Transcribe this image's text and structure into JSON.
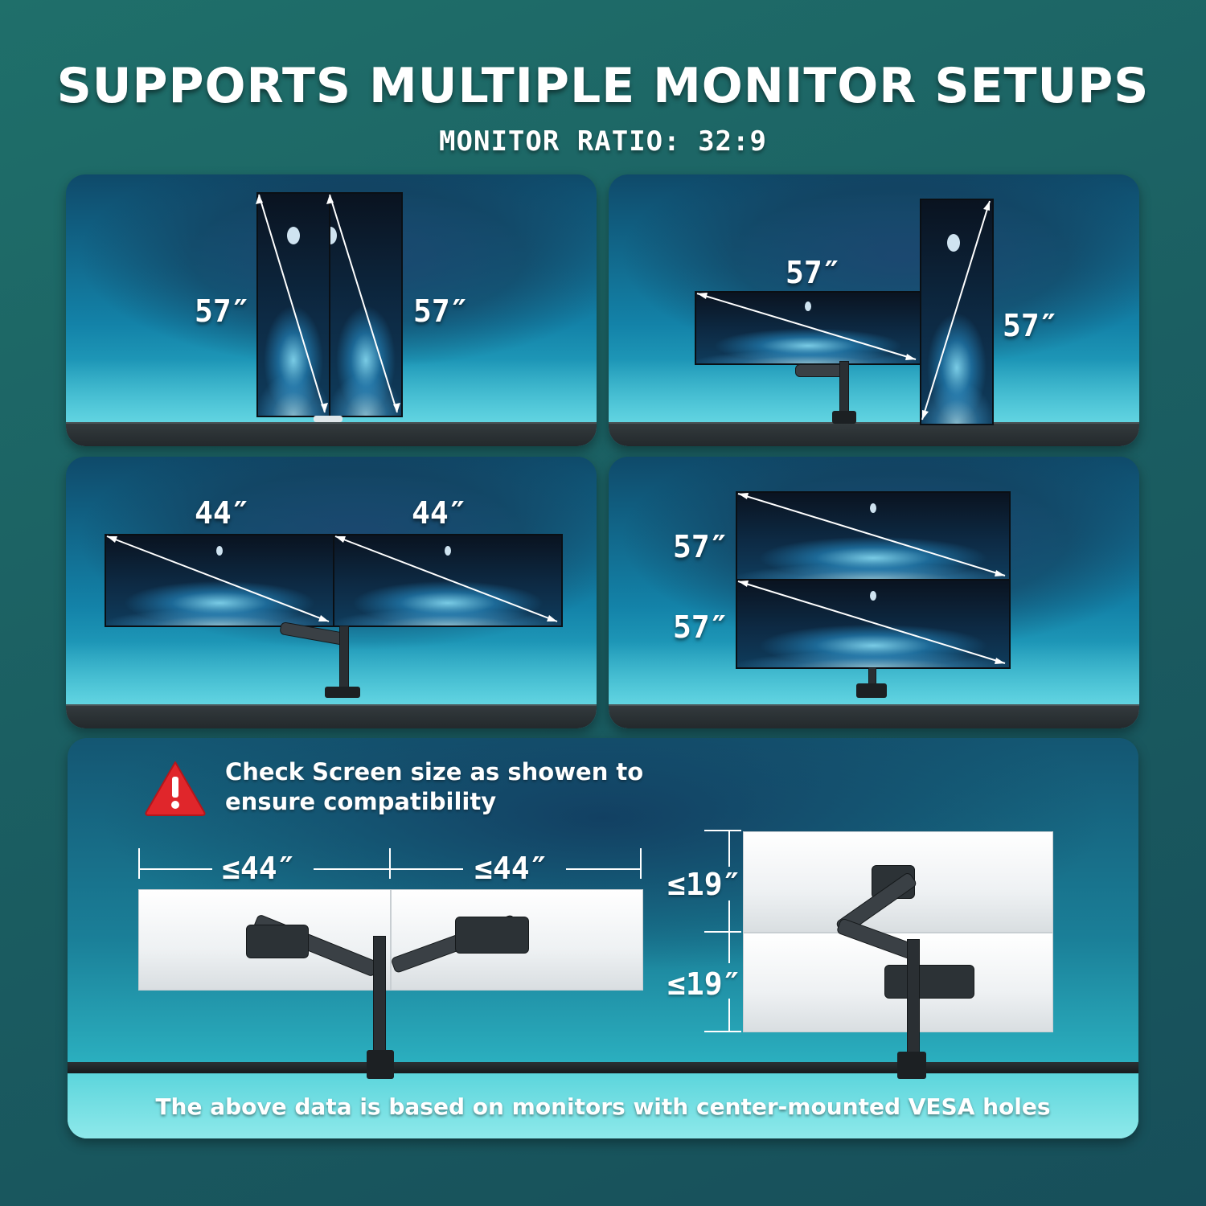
{
  "header": {
    "title": "SUPPORTS MULTIPLE MONITOR SETUPS",
    "subtitle": "MONITOR RATIO: 32:9"
  },
  "panels": {
    "top_left": {
      "left_label": "57″",
      "right_label": "57″"
    },
    "top_right": {
      "top_label": "57″",
      "right_label": "57″"
    },
    "middle_left": {
      "left_label": "44″",
      "right_label": "44″"
    },
    "middle_right": {
      "top_label": "57″",
      "bottom_label": "57″"
    }
  },
  "bottom": {
    "warning_icon": "warning-triangle-icon",
    "warning_line1": "Check Screen size as showen to",
    "warning_line2": "ensure compatibility",
    "width_left": "≤44″",
    "width_right": "≤44″",
    "height_top": "≤19″",
    "height_bottom": "≤19″",
    "note": "The above data is based on monitors with center-mounted VESA holes"
  },
  "colors": {
    "background": "#1f6f6a",
    "warning_red": "#e0262b",
    "text": "#ffffff"
  }
}
